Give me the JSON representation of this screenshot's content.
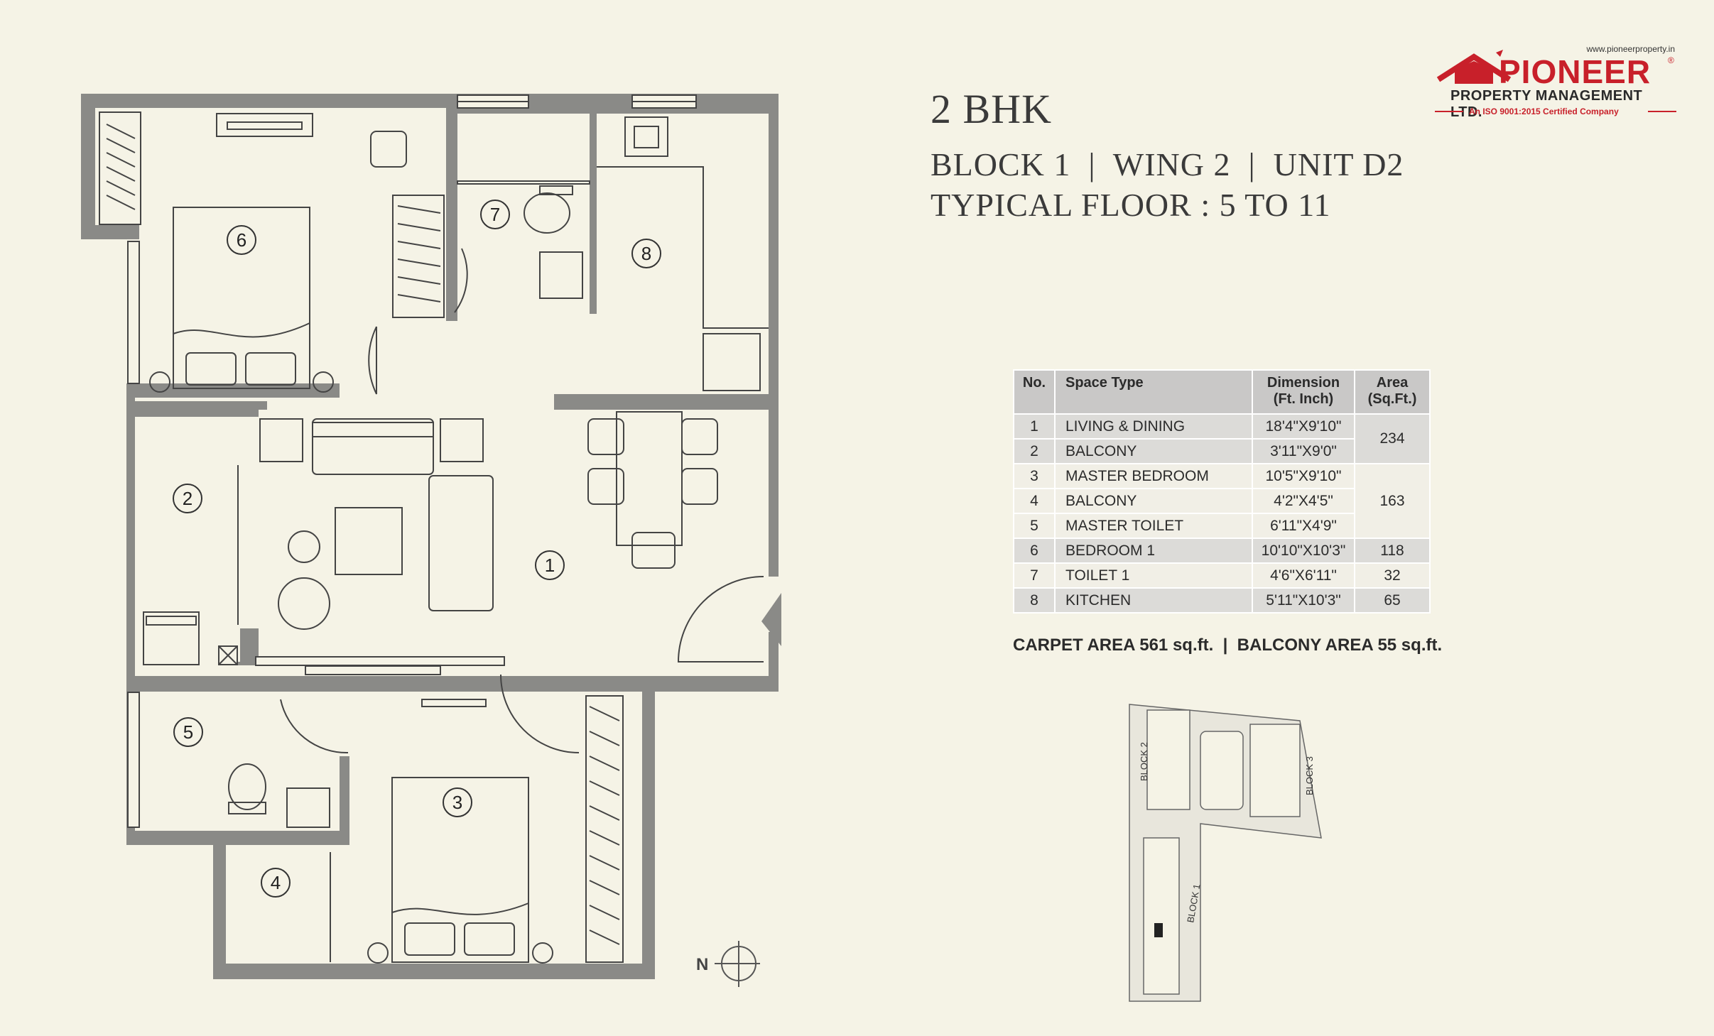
{
  "brand": {
    "url": "www.pioneerproperty.in",
    "name": "PIONEER",
    "registered": "®",
    "company": "PROPERTY MANAGEMENT LTD.",
    "certification": "An ISO 9001:2015 Certified Company",
    "color": "#c8202a"
  },
  "heading": {
    "title": "2 BHK",
    "line1": "BLOCK 1  |  WING 2  |  UNIT D2",
    "line2": "TYPICAL FLOOR : 5 TO 11"
  },
  "table": {
    "headers": {
      "no": "No.",
      "space": "Space Type",
      "dimension": "Dimension\n(Ft. Inch)",
      "area": "Area\n(Sq.Ft.)"
    },
    "rows": [
      {
        "no": "1",
        "space": "LIVING & DINING",
        "dimension": "18'4\"X9'10\""
      },
      {
        "no": "2",
        "space": "BALCONY",
        "dimension": "3'11\"X9'0\""
      },
      {
        "no": "3",
        "space": "MASTER BEDROOM",
        "dimension": "10'5\"X9'10\""
      },
      {
        "no": "4",
        "space": "BALCONY",
        "dimension": "4'2\"X4'5\""
      },
      {
        "no": "5",
        "space": "MASTER TOILET",
        "dimension": "6'11\"X4'9\""
      },
      {
        "no": "6",
        "space": "BEDROOM 1",
        "dimension": "10'10\"X10'3\""
      },
      {
        "no": "7",
        "space": "TOILET 1",
        "dimension": "4'6\"X6'11\""
      },
      {
        "no": "8",
        "space": "KITCHEN",
        "dimension": "5'11\"X10'3\""
      }
    ],
    "areas": {
      "group_1_2": "234",
      "group_3_5": "163",
      "row_6": "118",
      "row_7": "32",
      "row_8": "65"
    }
  },
  "summary": "CARPET AREA 561 sq.ft.  |  BALCONY AREA 55 sq.ft.",
  "plan": {
    "room_markers": [
      "1",
      "2",
      "3",
      "4",
      "5",
      "6",
      "7",
      "8"
    ],
    "north_label": "N"
  },
  "key_plan": {
    "labels": [
      "BLOCK 2",
      "BLOCK 3",
      "BLOCK 1"
    ]
  },
  "colors": {
    "wall": "#8a8a87",
    "background": "#f5f3e6",
    "line": "#444444"
  }
}
